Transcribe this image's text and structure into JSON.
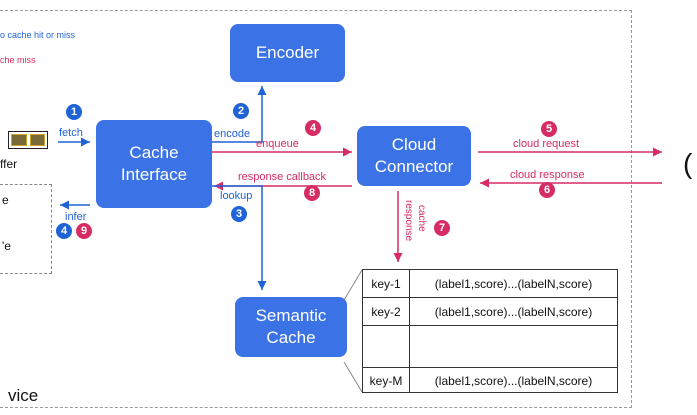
{
  "legend": {
    "blue": "o cache hit or miss",
    "pink": "che miss"
  },
  "boxes": {
    "encoder": "Encoder",
    "cache_interface": "Cache\nInterface",
    "cloud_connector": "Cloud\nConnector",
    "semantic_cache": "Semantic\nCache"
  },
  "labels": {
    "fetch": "fetch",
    "encode": "encode",
    "enqueue": "enqueue",
    "response_callback": "response callback",
    "lookup": "lookup",
    "infer": "infer",
    "cloud_request": "cloud request",
    "cloud_response": "cloud response",
    "cache_response_a": "cache",
    "cache_response_b": "response"
  },
  "steps": {
    "s1": "1",
    "s2": "2",
    "s3": "3",
    "s4": "4",
    "s4b": "4",
    "s5": "5",
    "s6": "6",
    "s7": "7",
    "s8": "8",
    "s9": "9"
  },
  "fragments": {
    "buffer": "ffer",
    "e_top": "e",
    "e_bottom": "'e",
    "device": "vice",
    "cloud": "("
  },
  "table": {
    "rows": [
      {
        "key": "key-1",
        "value": "(label1,score)...(labelN,score)"
      },
      {
        "key": "key-2",
        "value": "(label1,score)...(labelN,score)"
      },
      {
        "key": "",
        "value": ""
      },
      {
        "key": "key-M",
        "value": "(label1,score)...(labelN,score)"
      }
    ]
  },
  "colors": {
    "box": "#3b73e6",
    "blue_flow": "#1f63d6",
    "pink_flow": "#d62b63"
  }
}
